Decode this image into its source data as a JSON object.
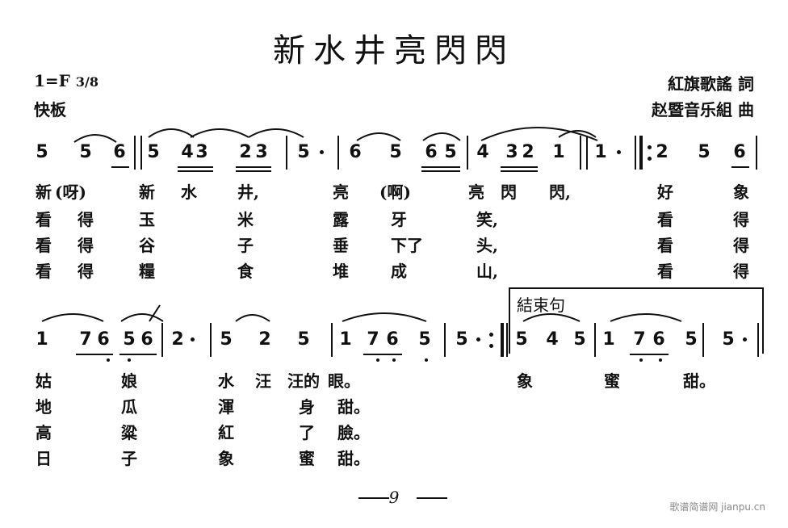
{
  "title": "新水井亮閃閃",
  "key": "1=F",
  "time": "3/8",
  "tempo": "快板",
  "lyricist": "紅旗歌謠 詞",
  "composer": "赵暨音乐組 曲",
  "row1": {
    "notes": [
      "5",
      "5",
      "6",
      "5",
      "4",
      "3",
      "2",
      "3",
      "5",
      "6",
      "5",
      "6",
      "5",
      "4",
      "3",
      "2",
      "1",
      "1",
      "2",
      "5",
      "6"
    ],
    "lyrics": [
      [
        "新",
        "(呀)",
        "新",
        "水",
        "井,",
        "亮",
        "(啊)",
        "亮",
        "閃",
        "閃,",
        "好",
        "象"
      ],
      [
        "看",
        "得",
        "玉",
        "米",
        "露",
        "牙",
        "笑,",
        "看",
        "得"
      ],
      [
        "看",
        "得",
        "谷",
        "子",
        "垂",
        "下了",
        "头,",
        "看",
        "得"
      ],
      [
        "看",
        "得",
        "糧",
        "食",
        "堆",
        "成",
        "山,",
        "看",
        "得"
      ]
    ]
  },
  "row2": {
    "ending_label": "結束句",
    "notes": [
      "1",
      "7",
      "6",
      "5",
      "6",
      "2",
      "5",
      "2",
      "5",
      "1",
      "7",
      "6",
      "5",
      "5",
      "5",
      "4",
      "5",
      "1",
      "7",
      "6",
      "5",
      "5"
    ],
    "lyrics": [
      [
        "姑",
        "娘",
        "水",
        "汪",
        "汪的",
        "眼。",
        "象",
        "蜜",
        "甜。"
      ],
      [
        "地",
        "瓜",
        "渾",
        "身",
        "甜。"
      ],
      [
        "高",
        "粱",
        "紅",
        "了",
        "臉。"
      ],
      [
        "日",
        "子",
        "象",
        "蜜",
        "甜。"
      ]
    ]
  },
  "page_number": "9",
  "watermark": "歌谱简谱网 jianpu.cn"
}
